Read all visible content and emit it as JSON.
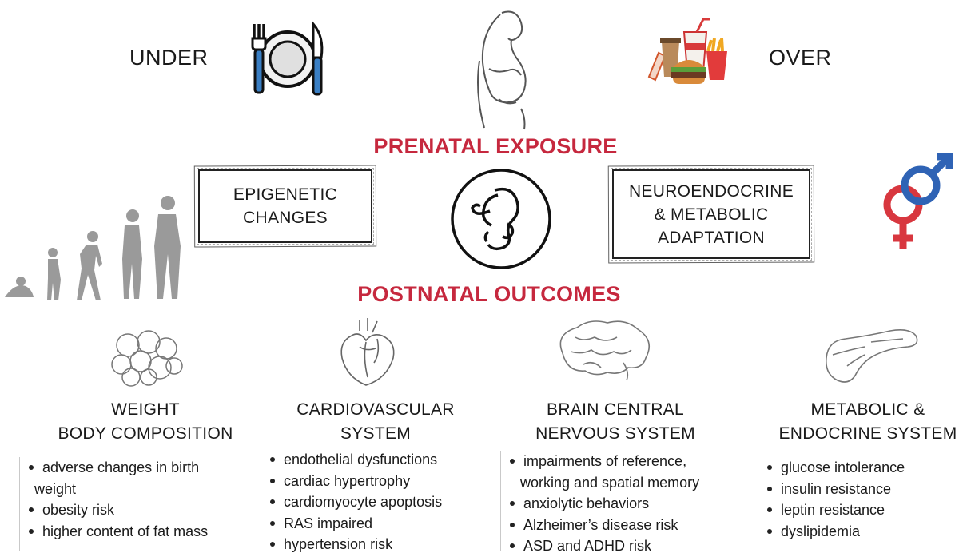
{
  "top": {
    "under_label": "UNDER",
    "over_label": "OVER",
    "prenatal_heading": "PRENATAL EXPOSURE",
    "postnatal_heading": "POSTNATAL OUTCOMES"
  },
  "boxes": {
    "epigenetic": "EPIGENETIC\nCHANGES",
    "neuroendocrine": "NEUROENDOCRINE\n& METABOLIC\nADAPTATION"
  },
  "icons": {
    "under": "plate-cutlery-icon",
    "mother": "pregnant-woman-icon",
    "over": "fast-food-icon",
    "center": "fetus-icon",
    "left": "human-growth-icon",
    "right": "male-female-symbols-icon",
    "cat1": "adipose-tissue-icon",
    "cat2": "heart-icon",
    "cat3": "brain-icon",
    "cat4": "pancreas-icon"
  },
  "colors": {
    "accent": "#c6283e",
    "male": "#2f63b5",
    "female": "#d8373f",
    "cutlery_blue": "#3a7fc4"
  },
  "categories": [
    {
      "title": "WEIGHT\nBODY COMPOSITION",
      "items": [
        [
          "adverse changes in birth",
          "weight"
        ],
        [
          "obesity risk"
        ],
        [
          "higher content of fat mass"
        ]
      ]
    },
    {
      "title": "CARDIOVASCULAR\nSYSTEM",
      "items": [
        [
          "endothelial  dysfunctions"
        ],
        [
          "cardiac hypertrophy"
        ],
        [
          "cardiomyocyte apoptosis"
        ],
        [
          "RAS impaired"
        ],
        [
          "hypertension risk"
        ]
      ]
    },
    {
      "title": "BRAIN CENTRAL\nNERVOUS SYSTEM",
      "items": [
        [
          "impairments of reference,",
          "working and spatial memory"
        ],
        [
          "anxiolytic behaviors"
        ],
        [
          "Alzheimer’s disease risk"
        ],
        [
          "ASD and ADHD risk"
        ]
      ]
    },
    {
      "title": "METABOLIC &\nENDOCRINE SYSTEM",
      "items": [
        [
          "glucose intolerance"
        ],
        [
          "insulin resistance"
        ],
        [
          "leptin resistance"
        ],
        [
          "dyslipidemia"
        ]
      ]
    }
  ]
}
